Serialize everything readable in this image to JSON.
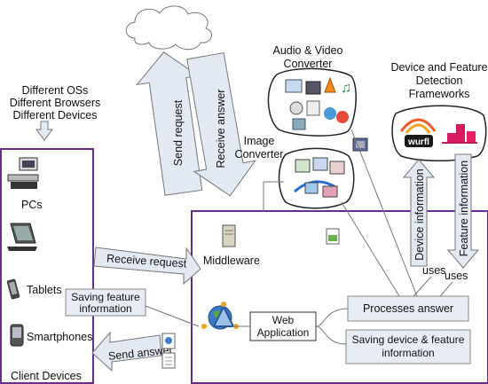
{
  "top_note": {
    "lines": [
      "Different OSs",
      "Different Browsers",
      "Different Devices"
    ]
  },
  "client_devices": {
    "items": [
      {
        "label": "PCs",
        "icon": "pc-icon"
      },
      {
        "label": "Tablets",
        "icon": "tablet-icon"
      },
      {
        "label": "Smartphones",
        "icon": "smartphone-icon"
      }
    ],
    "title": "Client Devices"
  },
  "arrows": {
    "send_request": "Send request",
    "receive_answer": "Receive answer",
    "receive_request": "Receive request",
    "send_answer": "Send answer",
    "device_information": "Device information",
    "feature_information": "Feature information"
  },
  "server": {
    "middleware": "Middleware",
    "web_application": [
      "Web",
      "Application"
    ],
    "saving_feature": [
      "Saving feature",
      "information"
    ],
    "processes_answer": "Processes answer",
    "saving_device": [
      "Saving device & feature",
      "information"
    ],
    "uses_1": "uses",
    "uses_2": "uses"
  },
  "services": {
    "av_converter": [
      "Audio & Video",
      "Converter"
    ],
    "image_converter": [
      "Image",
      "Converter"
    ],
    "detection": [
      "Device and Feature",
      "Detection",
      "Frameworks"
    ],
    "wurfl_label": "wurfl"
  },
  "colors": {
    "frame": "#6a2c91",
    "arrow_fill": "#e3e9f3",
    "box_fill": "#e7ecf5"
  }
}
